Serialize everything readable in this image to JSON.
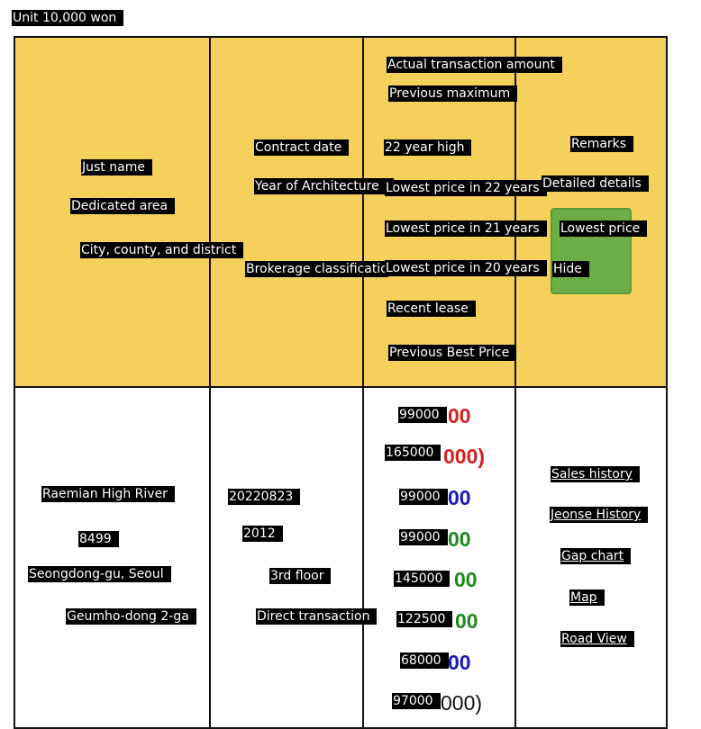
{
  "unit_label": "Unit 10,000 won",
  "header": {
    "col1": [
      "Just name",
      "Dedicated area",
      "City, county, and district"
    ],
    "col2": [
      "Contract date",
      "Year of Architecture",
      "Brokerage classification"
    ],
    "col3": [
      "Actual transaction amount",
      "Previous maximum",
      "22 year high",
      "Lowest price in 22 years",
      "Lowest price in 21 years",
      "Lowest price in 20 years",
      "Recent lease",
      "Previous Best Price"
    ],
    "col4": [
      "Remarks",
      "Detailed details",
      "Lowest price",
      "Hide"
    ]
  },
  "row": {
    "name": "Raemian High River",
    "area": "8499",
    "city": "Seongdong-gu, Seoul",
    "dong": "Geumho-dong 2-ga",
    "contract_date": "20220823",
    "year": "2012",
    "floor": "3rd floor",
    "brokerage": "Direct transaction",
    "prices": [
      {
        "value": "99000",
        "color": "#d42020"
      },
      {
        "value": "165000",
        "color": "#d42020"
      },
      {
        "value": "99000",
        "color": "#1a1ab8"
      },
      {
        "value": "99000",
        "color": "#1e8a1e"
      },
      {
        "value": "145000",
        "color": "#1e8a1e"
      },
      {
        "value": "122500",
        "color": "#1e8a1e"
      },
      {
        "value": "68000",
        "color": "#1a1ab8"
      },
      {
        "value": "97000",
        "color": "#111111"
      }
    ],
    "links": [
      "Sales history",
      "Jeonse History",
      "Gap chart",
      "Map",
      "Road View"
    ]
  }
}
